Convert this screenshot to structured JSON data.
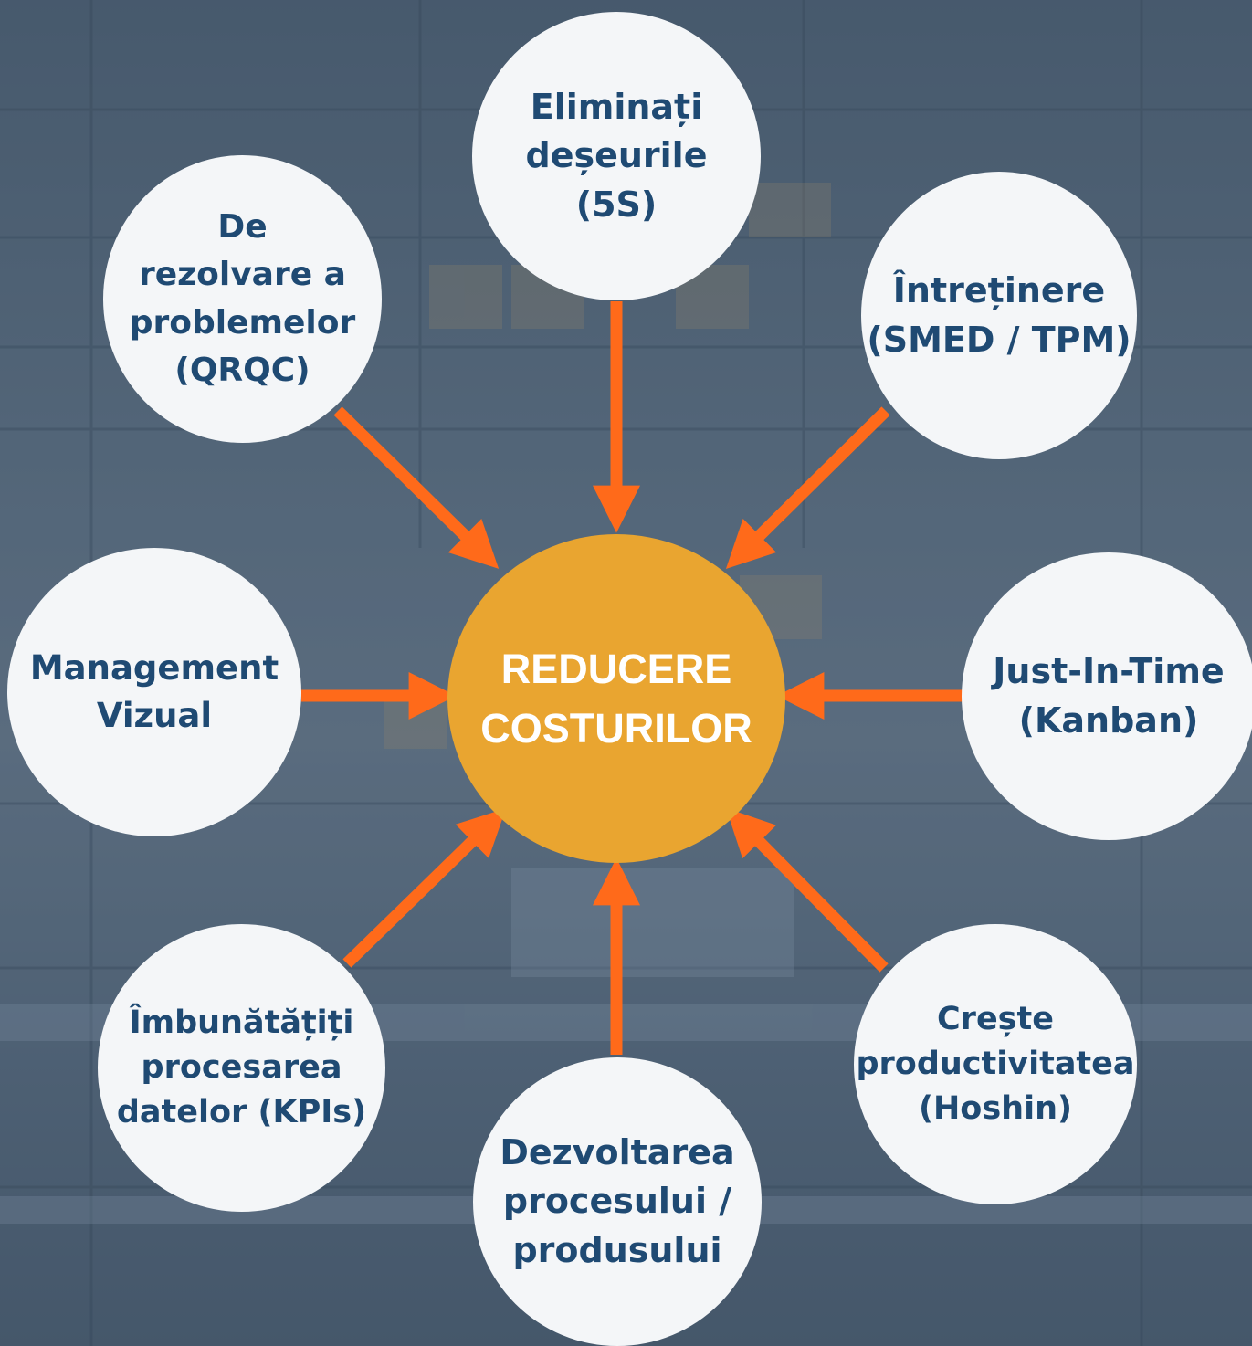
{
  "center": {
    "label": "REDUCERE\nCOSTURILOR"
  },
  "nodes": {
    "waste": {
      "label": "Eliminați\ndeșeurile\n(5S)"
    },
    "maintenance": {
      "label": "Întreținere\n(SMED / TPM)"
    },
    "just_in_time": {
      "label": "Just-In-Time\n(Kanban)"
    },
    "productivity": {
      "label": "Crește\nproductivitatea\n(Hoshin)"
    },
    "development": {
      "label": "Dezvoltarea\nprocesului /\nprodusului"
    },
    "data_processing": {
      "label": "Îmbunătățiți\nprocesarea\ndatelor (KPIs)"
    },
    "visual_management": {
      "label": "Management\nVizual"
    },
    "problem_solving": {
      "label": "De\nrezolvare a\nproblemelor\n(QRQC)"
    }
  },
  "colors": {
    "arrow": "#ff6a1a",
    "center_fill": "#e9a530",
    "node_fill": "#f4f6f8",
    "node_text": "#1f4a73",
    "background_overlay": "#5b6d7e"
  },
  "background": {
    "description_icon": "factory-photo-background"
  }
}
